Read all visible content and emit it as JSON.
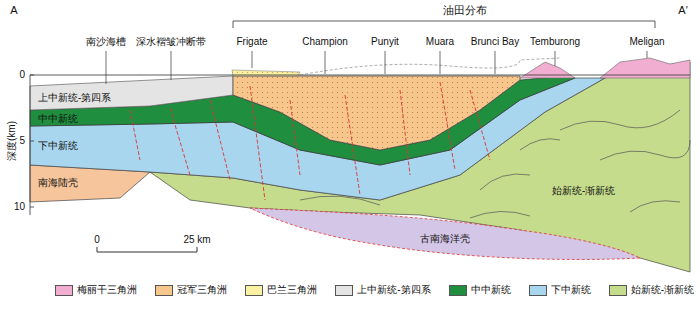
{
  "diagram": {
    "nodes": [
      {
        "text": [
          "上中新统-第四系"
        ]
      },
      {
        "text": [
          "中中新统"
        ]
      },
      {
        "text": [
          "下中新统"
        ]
      },
      {
        "text": [
          "南海陆壳"
        ]
      },
      {
        "text": [
          "始新统-渐新统"
        ]
      },
      {
        "text": [
          "古南海洋壳"
        ]
      }
    ],
    "labels": [
      "A",
      "A′",
      "油田分布",
      "南沙海槽",
      "深水褶皱冲断带",
      "Frigate",
      "Champion",
      "Punyit",
      "Muara",
      "Brunci Bay",
      "Temburong",
      "Meligan",
      "0",
      "5",
      "10",
      "深度(km)",
      "0",
      "25 km"
    ],
    "legend": [
      {
        "text": "梅丽干三角洲",
        "color": "#f1aed0"
      },
      {
        "text": "冠军三角洲",
        "color": "#f6c68c"
      },
      {
        "text": "巴兰三角洲",
        "color": "#fbf1a3"
      },
      {
        "text": "上中新统-第四系",
        "color": "#e4e4e4"
      },
      {
        "text": "中中新统",
        "color": "#1f8f3f"
      },
      {
        "text": "下中新统",
        "color": "#a9d6ef"
      },
      {
        "text": "始新统-渐新统",
        "color": "#c5dc8c"
      }
    ]
  }
}
